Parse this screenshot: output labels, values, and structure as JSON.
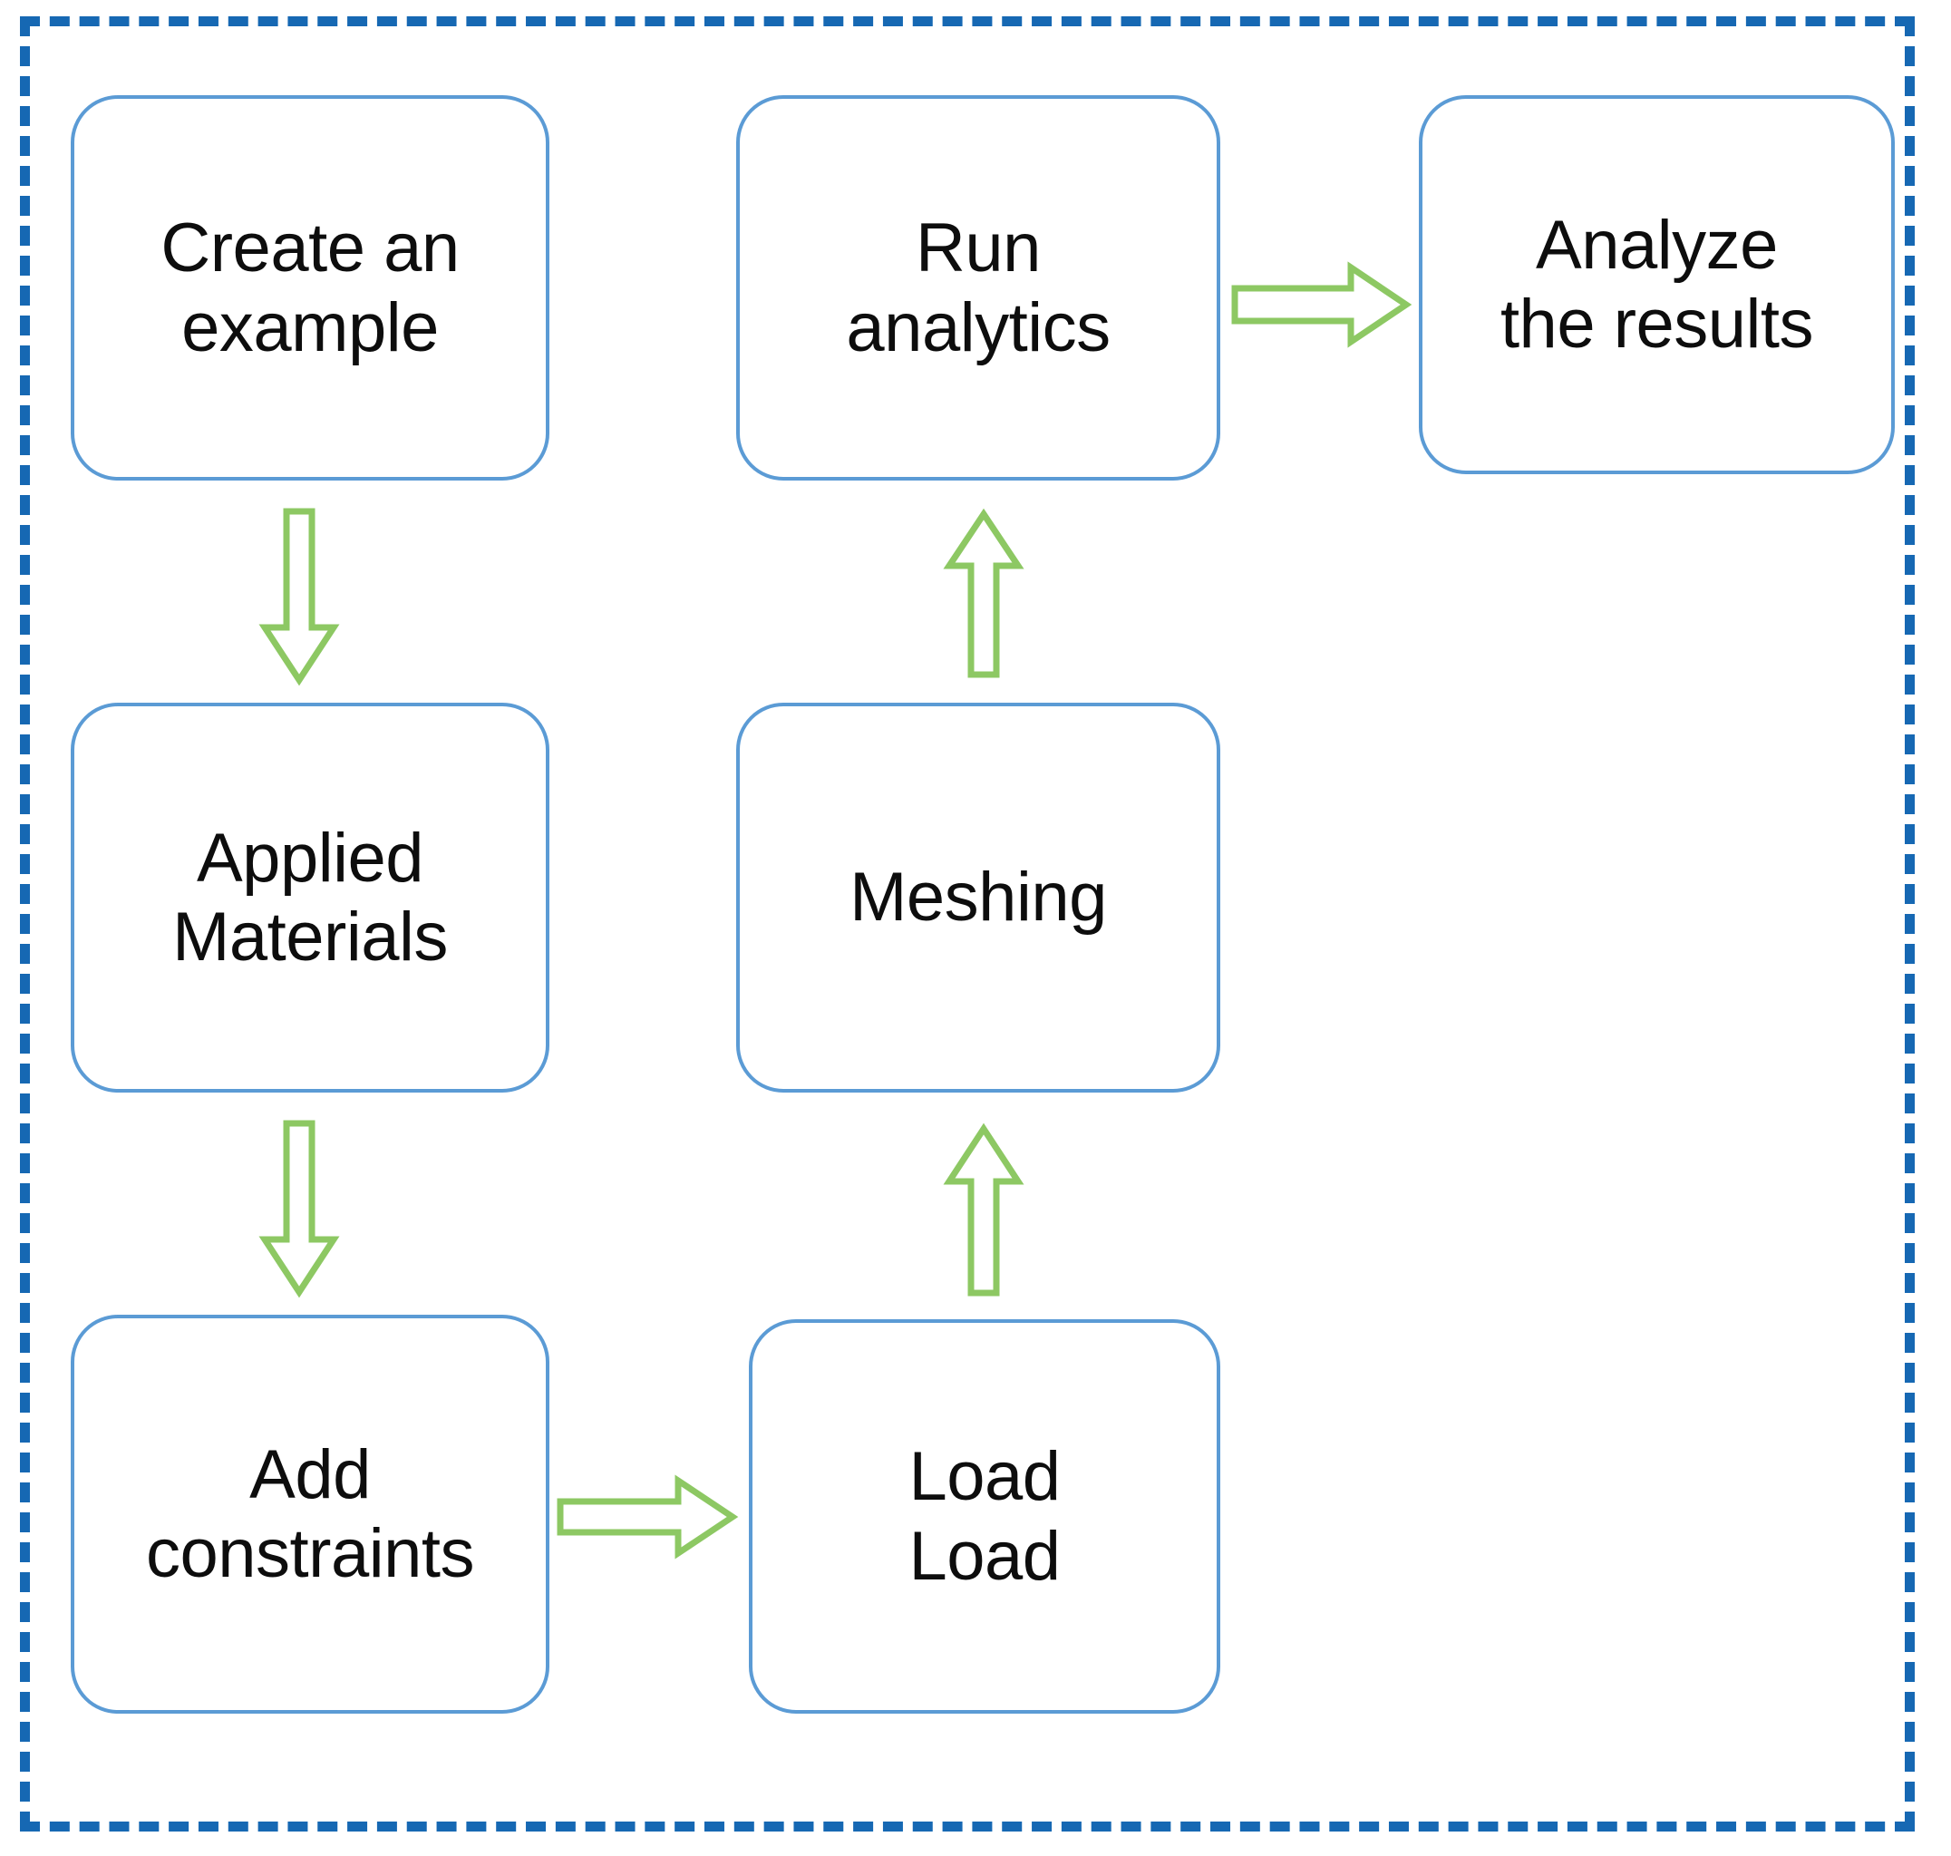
{
  "diagram": {
    "title": "Simulation workflow flowchart",
    "frame": {
      "style": "dashed",
      "color": "#1668B3"
    },
    "node_border_color": "#5B9BD5",
    "arrow_color": "#8DC863",
    "nodes": [
      {
        "id": "create",
        "label": "Create an\nexample",
        "column": 1,
        "row": 1
      },
      {
        "id": "applied",
        "label": "Applied\nMaterials",
        "column": 1,
        "row": 2
      },
      {
        "id": "add",
        "label": "Add\nconstraints",
        "column": 1,
        "row": 3
      },
      {
        "id": "run",
        "label": "Run\nanalytics",
        "column": 2,
        "row": 1
      },
      {
        "id": "meshing",
        "label": "Meshing",
        "column": 2,
        "row": 2
      },
      {
        "id": "load",
        "label": "Load\nLoad",
        "column": 2,
        "row": 3
      },
      {
        "id": "analyze",
        "label": "Analyze\nthe results",
        "column": 3,
        "row": 1
      }
    ],
    "arrows": [
      {
        "id": "create-to-applied",
        "from": "create",
        "to": "applied",
        "direction": "down",
        "icon": "arrow-down-icon"
      },
      {
        "id": "applied-to-add",
        "from": "applied",
        "to": "add",
        "direction": "down",
        "icon": "arrow-down-icon"
      },
      {
        "id": "add-to-load",
        "from": "add",
        "to": "load",
        "direction": "right",
        "icon": "arrow-right-icon"
      },
      {
        "id": "load-to-meshing",
        "from": "load",
        "to": "meshing",
        "direction": "up",
        "icon": "arrow-up-icon"
      },
      {
        "id": "meshing-to-run",
        "from": "meshing",
        "to": "run",
        "direction": "up",
        "icon": "arrow-up-icon"
      },
      {
        "id": "run-to-analyze",
        "from": "run",
        "to": "analyze",
        "direction": "right",
        "icon": "arrow-right-icon"
      }
    ]
  }
}
